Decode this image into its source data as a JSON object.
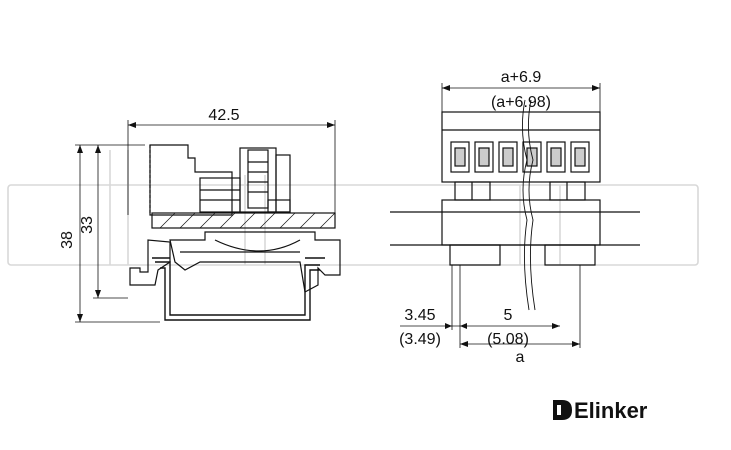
{
  "dimensions": {
    "width_total": "42.5",
    "height_total": "38",
    "height_inner": "33",
    "pitch_top": "a+6.9",
    "pitch_top_alt": "(a+6.98)",
    "offset": "3.45",
    "offset_alt": "(3.49)",
    "pitch": "5",
    "pitch_alt": "(5.08)",
    "pitch_var": "a"
  },
  "brand": {
    "name": "Elinker",
    "logo_icon": "elinker-logo-icon"
  },
  "colors": {
    "line": "#111111",
    "watermark": "#d8d8d8"
  }
}
